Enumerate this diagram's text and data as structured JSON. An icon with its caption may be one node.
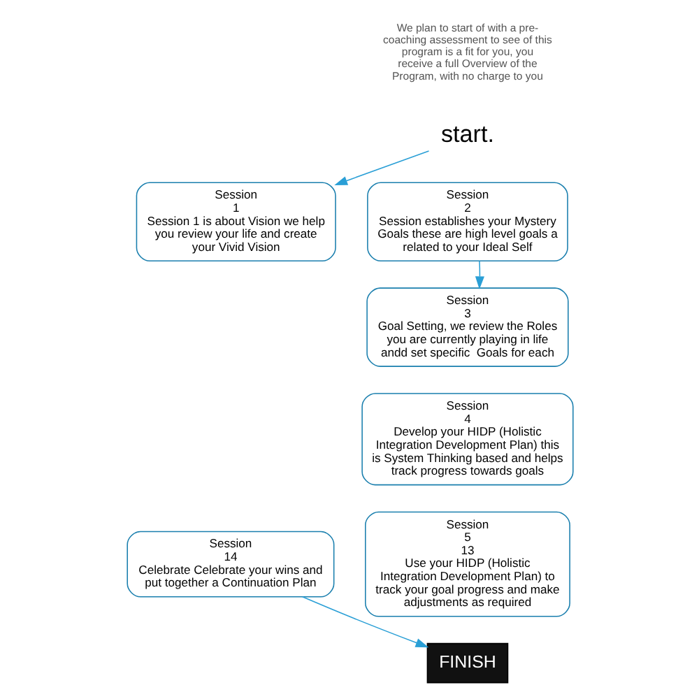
{
  "diagram": {
    "nodes": [
      {
        "text": [
          "start."
        ]
      },
      {
        "text": [
          "Session",
          "1",
          "Session 1 is about Vision we help you review your life and create your Vivid Vision"
        ]
      },
      {
        "text": [
          "Session",
          "2",
          "Session establishes your Mystery Goals these are high level goals a related to your Ideal Self"
        ]
      },
      {
        "text": [
          "Session",
          "3",
          "Goal Setting, we review the Roles you are currently playing in life andd set specific  Goals for each"
        ]
      },
      {
        "text": [
          "Session",
          "4",
          "Develop your HIDP (Holistic Integration Development Plan) this is System Thinking based and helps track progress towards goals"
        ]
      },
      {
        "text": [
          "Session",
          "5",
          "13",
          "Use your HIDP (Holistic Integration Development Plan) to track your goal progress and make adjustments as required"
        ]
      },
      {
        "text": [
          "Session",
          "14",
          "Celebrate Celebrate your wins and put together a Continuation Plan"
        ]
      },
      {
        "text": [
          "FINISH"
        ]
      }
    ],
    "edges": [
      {
        "from": 0,
        "to": 1,
        "arrow": "to"
      },
      {
        "from": 2,
        "to": 3,
        "arrow": "to"
      },
      {
        "from": 6,
        "to": 7,
        "arrow": "to"
      }
    ],
    "labels": [
      "We plan to start of with a pre-coaching assessment to see of this program is a fit for you, you receive a full Overview of the Program, with no charge to you"
    ]
  }
}
